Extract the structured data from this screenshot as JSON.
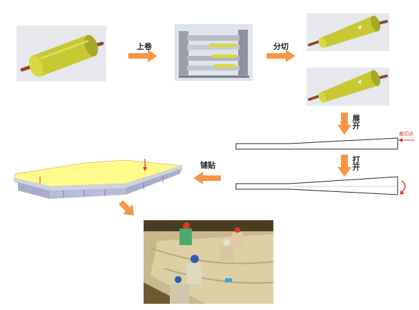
{
  "labels": {
    "winding": "上卷",
    "slitting": "分切",
    "unfold": "展开",
    "open": "打开",
    "cut_point": "裁切点",
    "laying": "铺贴"
  },
  "colors": {
    "arrow_orange": "#f79646",
    "core_yellow": "#c8c832",
    "shaft_brown": "#8b4a2a",
    "mold_yellow": "#ffff80",
    "mold_blue": "#b8bcd8",
    "cut_red": "#e0301e"
  }
}
